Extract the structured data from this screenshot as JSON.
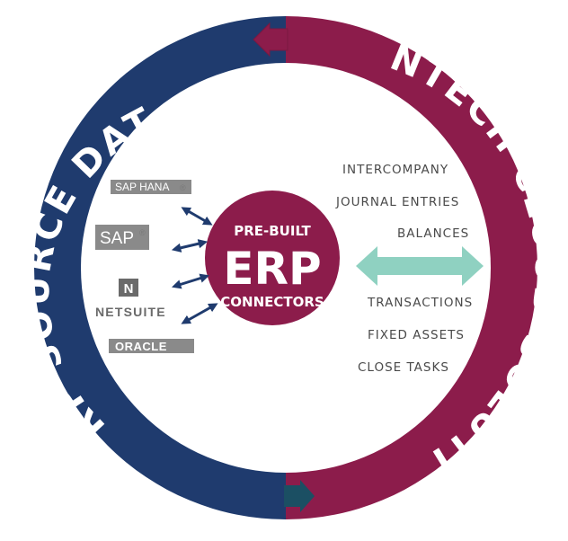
{
  "ring": {
    "left_label": "ERP SOURCE DATA",
    "right_label": "TRINTECH CLOUD SOLUTIONS",
    "left_color": "#1f3b6e",
    "right_color": "#8c1c4b",
    "bottom_arrow_color": "#1b4f63"
  },
  "center": {
    "line1": "PRE-BUILT",
    "line2": "ERP",
    "line3": "CONNECTORS",
    "color": "#8c1c4b"
  },
  "logos": {
    "sap_hana": "SAP HANA",
    "sap": "SAP",
    "netsuite_mark": "N",
    "netsuite": "NETSUITE",
    "oracle": "ORACLE",
    "registered_mark": "®"
  },
  "data_items": {
    "upper": [
      "INTERCOMPANY",
      "JOURNAL ENTRIES",
      "BALANCES"
    ],
    "lower": [
      "TRANSACTIONS",
      "FIXED ASSETS",
      "CLOSE TASKS"
    ]
  },
  "colors": {
    "small_arrow": "#1f3b6e",
    "bidirectional_arrow": "#8fd1c1",
    "text": "#4a4a4a",
    "logo_gray": "#8a8a8a"
  }
}
